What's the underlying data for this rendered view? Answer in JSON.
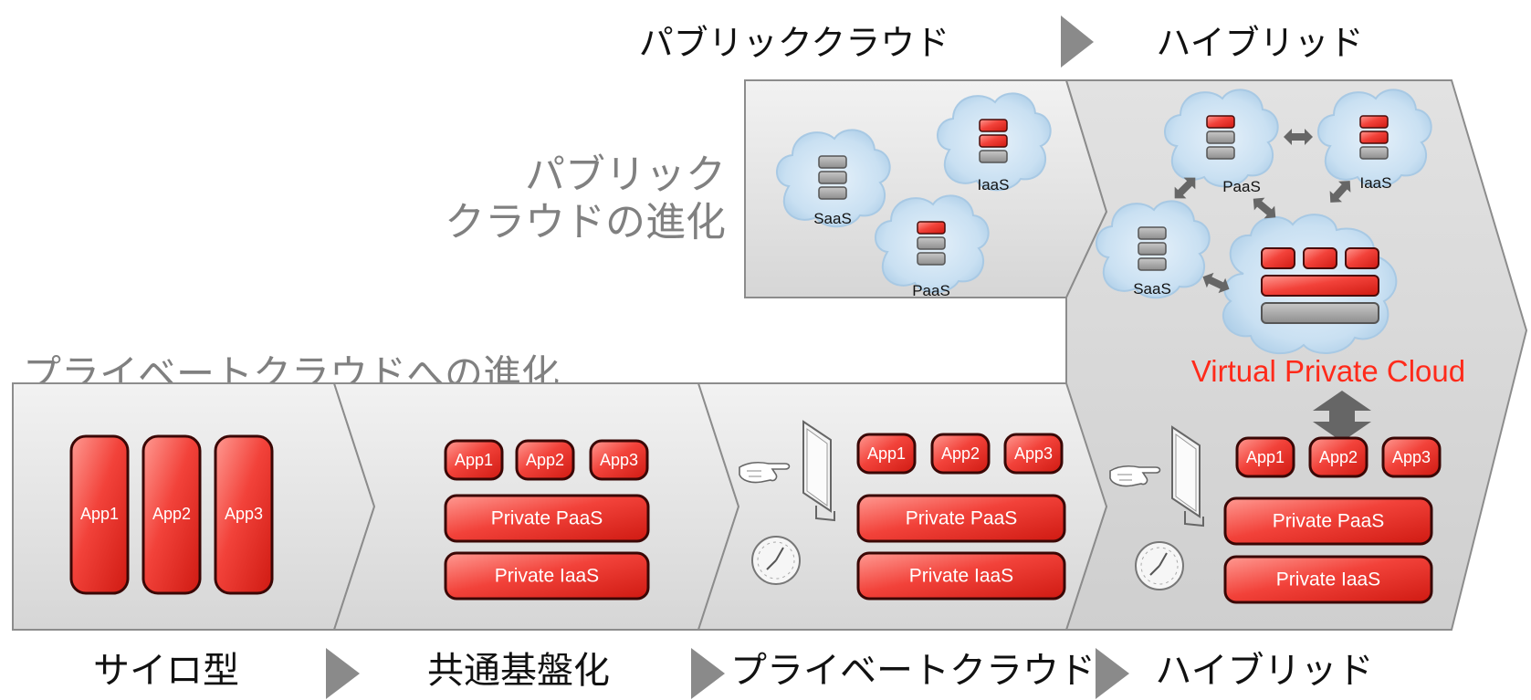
{
  "top_stages": {
    "public_cloud": "パブリッククラウド",
    "hybrid": "ハイブリッド"
  },
  "public_evolution_label": {
    "line1": "パブリック",
    "line2": "クラウドの進化"
  },
  "private_evolution_label": "プライベートクラウドへの進化",
  "bottom_stages": {
    "silo": "サイロ型",
    "shared_platform": "共通基盤化",
    "private_cloud": "プライベートクラウド",
    "hybrid": "ハイブリッド"
  },
  "apps": {
    "app1": "App1",
    "app2": "App2",
    "app3": "App3"
  },
  "layers": {
    "private_paas": "Private PaaS",
    "private_iaas": "Private IaaS"
  },
  "cloud_services": {
    "saas": "SaaS",
    "paas": "PaaS",
    "iaas": "IaaS"
  },
  "vpc_label": "Virtual Private Cloud",
  "colors": {
    "app_red": "#e8231c",
    "app_red_light": "#ff8d84",
    "panel_gray": "#dcdcdc",
    "arrow_gray": "#8a8a8a",
    "vpc_text": "#ff2a1a",
    "cloud_blue": "#bcd9ee"
  }
}
